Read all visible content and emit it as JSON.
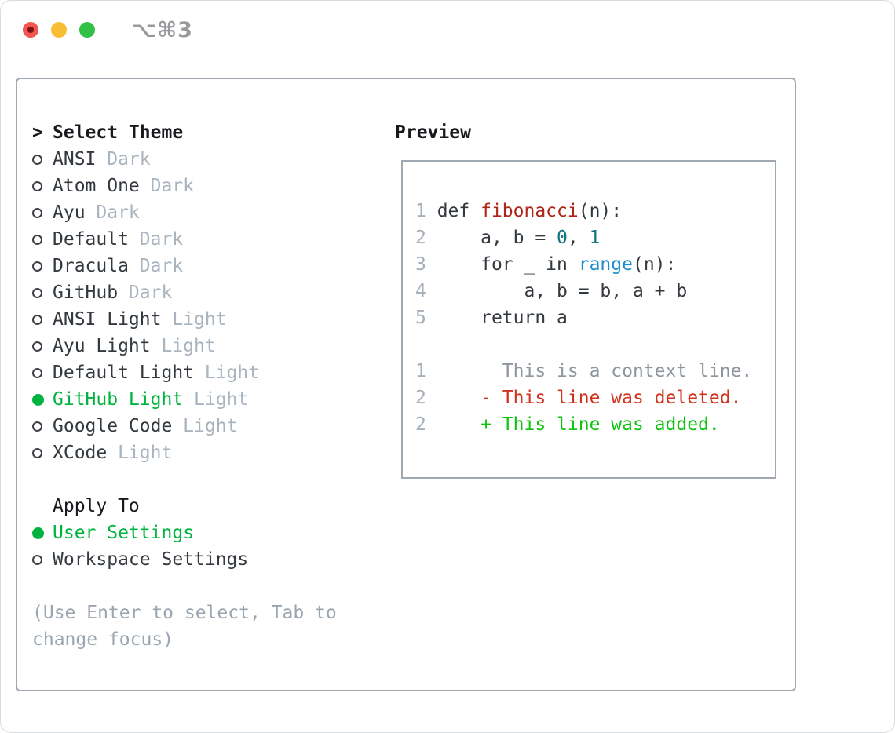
{
  "titlebar": {
    "shortcut": "⌥⌘3"
  },
  "theme_panel": {
    "header": {
      "marker": ">",
      "label": "Select Theme"
    },
    "themes": [
      {
        "name": "ANSI",
        "tag": "Dark",
        "selected": false
      },
      {
        "name": "Atom One",
        "tag": "Dark",
        "selected": false
      },
      {
        "name": "Ayu",
        "tag": "Dark",
        "selected": false
      },
      {
        "name": "Default",
        "tag": "Dark",
        "selected": false
      },
      {
        "name": "Dracula",
        "tag": "Dark",
        "selected": false
      },
      {
        "name": "GitHub",
        "tag": "Dark",
        "selected": false
      },
      {
        "name": "ANSI Light",
        "tag": "Light",
        "selected": false
      },
      {
        "name": "Ayu Light",
        "tag": "Light",
        "selected": false
      },
      {
        "name": "Default Light",
        "tag": "Light",
        "selected": false
      },
      {
        "name": "GitHub Light",
        "tag": "Light",
        "selected": true
      },
      {
        "name": "Google Code",
        "tag": "Light",
        "selected": false
      },
      {
        "name": "XCode",
        "tag": "Light",
        "selected": false
      }
    ],
    "apply_to": {
      "label": "Apply To",
      "options": [
        {
          "label": "User Settings",
          "selected": true
        },
        {
          "label": "Workspace Settings",
          "selected": false
        }
      ]
    },
    "hint_lines": [
      "(Use Enter to select, Tab to",
      "change focus)"
    ]
  },
  "preview": {
    "title": "Preview",
    "lines": [
      {
        "num": "1",
        "segments": [
          {
            "text": "def ",
            "style": "plain"
          },
          {
            "text": "fibonacci",
            "style": "func"
          },
          {
            "text": "(n):",
            "style": "plain"
          }
        ]
      },
      {
        "num": "2",
        "segments": [
          {
            "text": "    a, b = ",
            "style": "plain"
          },
          {
            "text": "0",
            "style": "num"
          },
          {
            "text": ", ",
            "style": "plain"
          },
          {
            "text": "1",
            "style": "num"
          }
        ]
      },
      {
        "num": "3",
        "segments": [
          {
            "text": "    for _ in ",
            "style": "plain"
          },
          {
            "text": "range",
            "style": "builtin"
          },
          {
            "text": "(n):",
            "style": "plain"
          }
        ]
      },
      {
        "num": "4",
        "segments": [
          {
            "text": "        a, b = b, a + b",
            "style": "plain"
          }
        ]
      },
      {
        "num": "5",
        "segments": [
          {
            "text": "    return a",
            "style": "plain"
          }
        ]
      },
      {
        "num": null,
        "segments": []
      },
      {
        "num": "1",
        "segments": [
          {
            "text": "      This is a context line.",
            "style": "context"
          }
        ]
      },
      {
        "num": "2",
        "segments": [
          {
            "text": "    - This line was deleted.",
            "style": "deleted"
          }
        ]
      },
      {
        "num": "2",
        "segments": [
          {
            "text": "    + This line was added.",
            "style": "added"
          }
        ]
      }
    ]
  },
  "colors": {
    "selection_green": "#00b33e",
    "diff_added_green": "#10c310",
    "diff_deleted_red": "#d0331d",
    "function_red": "#ae2418",
    "number_teal": "#0f747c",
    "builtin_blue": "#1f8ccc",
    "context_gray": "#8d969f",
    "muted_tag": "#a9b4bf",
    "hint_gray": "#9aa5b0",
    "line_number": "#a5afba",
    "text_dark": "#33393f",
    "heading_black": "#17191c",
    "border_gray": "#a0a8b2",
    "traffic_red": "#f3564e",
    "traffic_yellow": "#f8bd32",
    "traffic_green": "#31c146",
    "shortcut_gray": "#98999d"
  }
}
